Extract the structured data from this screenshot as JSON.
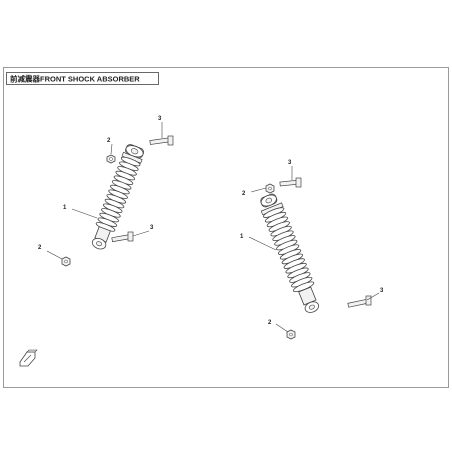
{
  "diagram": {
    "title": "前减震器FRONT SHOCK ABSORBER",
    "callouts": {
      "left_spring": "1",
      "left_top_nut": "2",
      "left_top_bolt": "3",
      "left_bottom_bolt": "3",
      "left_bottom_nut": "2",
      "right_spring": "1",
      "right_top_nut": "2",
      "right_top_bolt": "3",
      "right_bottom_bolt": "3",
      "right_bottom_nut": "2"
    },
    "corner_icon": "front-direction-icon",
    "colors": {
      "frame": "#9a9a9a",
      "line": "#444444",
      "part_fill": "#f2f2f2"
    }
  }
}
